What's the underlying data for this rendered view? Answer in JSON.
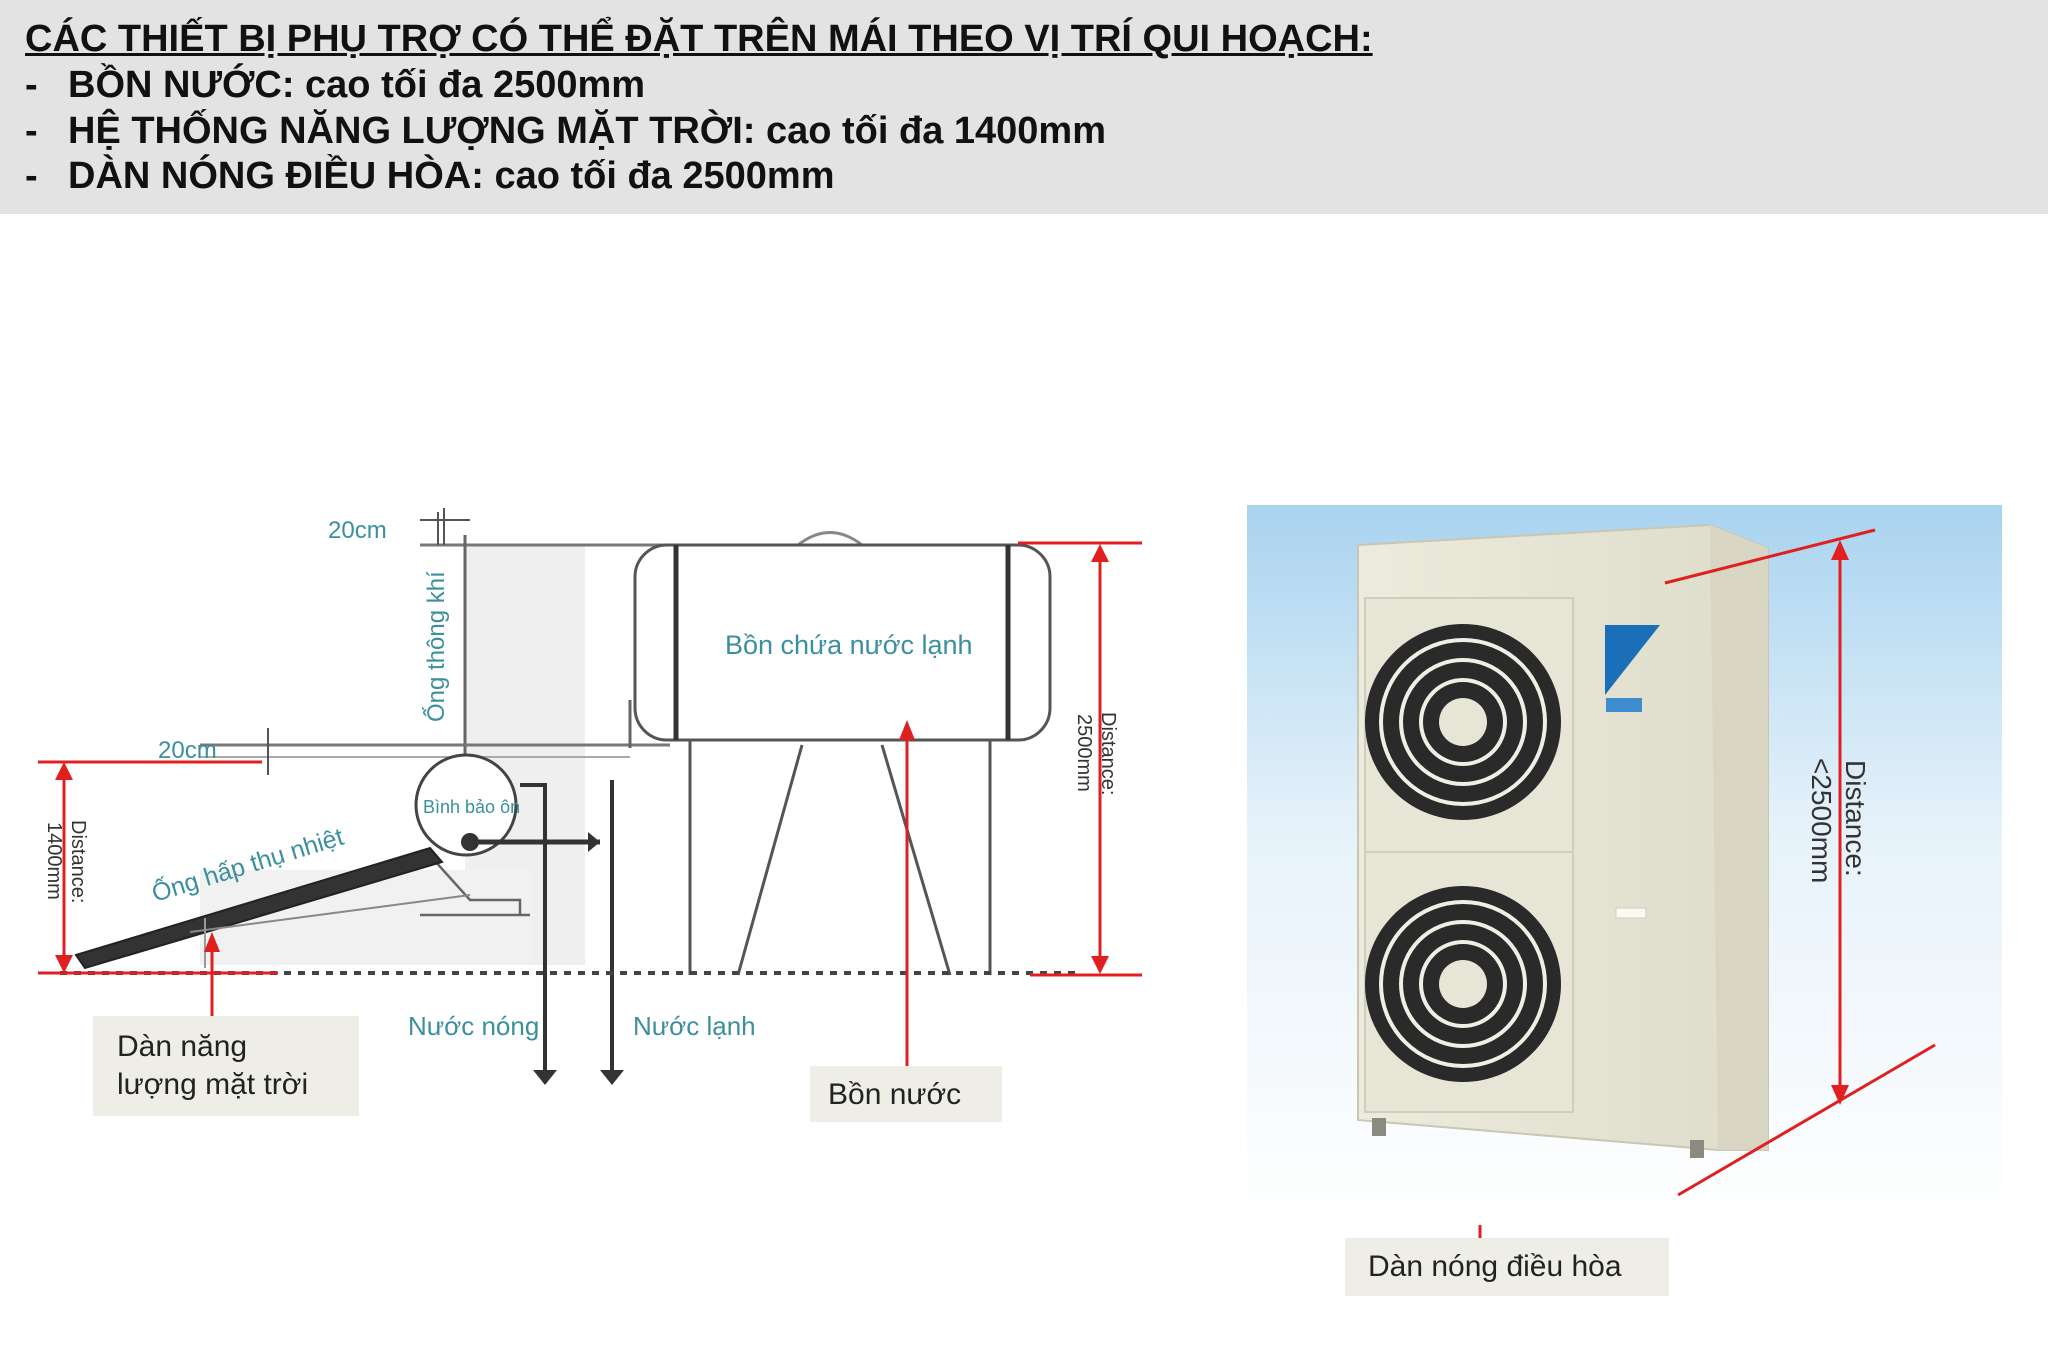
{
  "header": {
    "title": "CÁC THIẾT BỊ PHỤ TRỢ CÓ THỂ ĐẶT TRÊN MÁI THEO VỊ TRÍ QUI HOẠCH:",
    "dash": "-",
    "items": [
      "BỒN NƯỚC: cao tối đa 2500mm",
      "HỆ THỐNG NĂNG LƯỢNG MẶT TRỜI: cao tối đa 1400mm",
      "DÀN NÓNG ĐIỀU HÒA: cao tối đa 2500mm"
    ]
  },
  "diagram": {
    "pipe_top_label": "20cm",
    "pipe_mid_label": "20cm",
    "vent_pipe": "Ống thông khí",
    "tank": "Bồn chứa nước lạnh",
    "boiler": "Bình bảo ôn",
    "absorber": "Ống hấp thụ nhiệt",
    "hot_water": "Nước nóng",
    "cold_water": "Nước lạnh",
    "dist_solar_1": "Distance:",
    "dist_solar_2": "1400mm",
    "dist_tank_1": "Distance:",
    "dist_tank_2": "2500mm",
    "dist_ac_1": "Distance:",
    "dist_ac_2": "<2500mm"
  },
  "labels": {
    "solar": "Dàn năng lượng mặt trời",
    "tank": "Bồn nước",
    "ac": "Dàn nóng điều hòa"
  },
  "colors": {
    "dimension": "#e02020",
    "teal_text": "#3b8f9f",
    "header_bg": "#e3e3e3",
    "label_bg": "#efeee6"
  }
}
